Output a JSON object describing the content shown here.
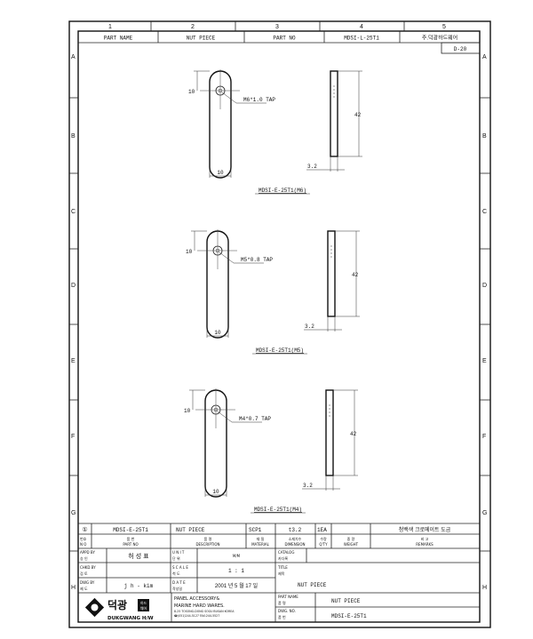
{
  "grid": {
    "columns": [
      "1",
      "2",
      "3",
      "4",
      "5"
    ],
    "rows": [
      "A",
      "B",
      "C",
      "D",
      "E",
      "F",
      "G",
      "H"
    ]
  },
  "header": {
    "part_name_label": "PART NAME",
    "part_name": "NUT PIECE",
    "part_no_label": "PART NO",
    "part_no": "MDSI-L-25T1",
    "company": "주.덕광하드웨어",
    "sheet": "D-20"
  },
  "views": [
    {
      "tap": "M6*1.0 TAP",
      "caption": "MDSI-E-25T1(M6)",
      "dim_top": "10",
      "dim_width": "10",
      "dim_length": "42",
      "dim_thickness": "3.2"
    },
    {
      "tap": "M5*0.8 TAP",
      "caption": "MDSI-E-25T1(M5)",
      "dim_top": "10",
      "dim_width": "10",
      "dim_length": "42",
      "dim_thickness": "3.2"
    },
    {
      "tap": "M4*0.7 TAP",
      "caption": "MDSI-E-25T1(M4)",
      "dim_top": "10",
      "dim_width": "10",
      "dim_length": "42",
      "dim_thickness": "3.2"
    }
  ],
  "bom": {
    "row": {
      "no": "①",
      "part_no": "MDSI-E-25T1",
      "description": "NUT PIECE",
      "material": "SCP1",
      "dimension": "t3.2",
      "qty": "1EA",
      "weight": "",
      "remarks": "청백색 크로메이트 도금"
    },
    "headers": [
      {
        "ko": "번호",
        "en": "N O"
      },
      {
        "ko": "품   번",
        "en": "PART   NO"
      },
      {
        "ko": "품   명",
        "en": "DESCRIPTION"
      },
      {
        "ko": "재   질",
        "en": "MATERIAL"
      },
      {
        "ko": "소재치수",
        "en": "DIMENSION"
      },
      {
        "ko": "수량",
        "en": "Q'TY"
      },
      {
        "ko": "중   량",
        "en": "WEIGHT"
      },
      {
        "ko": "비   고",
        "en": "REMARKS"
      }
    ]
  },
  "title_block": {
    "appd_label_en": "APPD BY",
    "appd_label_ko": "승  인",
    "appd_value": "허 성 표",
    "chkd_label_en": "CHKD BY",
    "chkd_label_ko": "검  토",
    "chkd_value": "",
    "dwg_label_en": "DWG BY",
    "dwg_label_ko": "제  도",
    "dwg_value": "j h - kim",
    "unit_label_en": "U N I T",
    "unit_label_ko": "단  위",
    "unit_value": "M/M",
    "scale_label_en": "S C A L E",
    "scale_label_ko": "척  도",
    "scale_value": "1 : 1",
    "date_label_en": "D A T E",
    "date_label_ko": "작성일",
    "date_value": "2001 년 5 월 17 일",
    "catalog_label_en": "CATALOG",
    "catalog_label_ko": "카다록",
    "title_label_en": "TITLE",
    "title_label_ko": "제목",
    "title_value": "NUT PIECE",
    "part_name_label_en": "PART  NAME",
    "part_name_label_ko": "품    명",
    "part_name_value": "NUT  PIECE",
    "dwg_no_label_en": "DWG.   NO.",
    "dwg_no_label_ko": "품    번",
    "dwg_no_value": "MDSI-E-25T1"
  },
  "company_block": {
    "logo_ko": "덕광",
    "logo_badge_top": "하드",
    "logo_badge_bottom": "웨어",
    "logo_en": "DUKGWANG H/W",
    "line1": "PANEL ACCESSORY&",
    "line2": "MARINE HARD WARES.",
    "address": "8-25 TOSONG-DONG SOGU BUSAN KOREA",
    "phone": "☎(051)244-5127 FAX:244-5527"
  }
}
